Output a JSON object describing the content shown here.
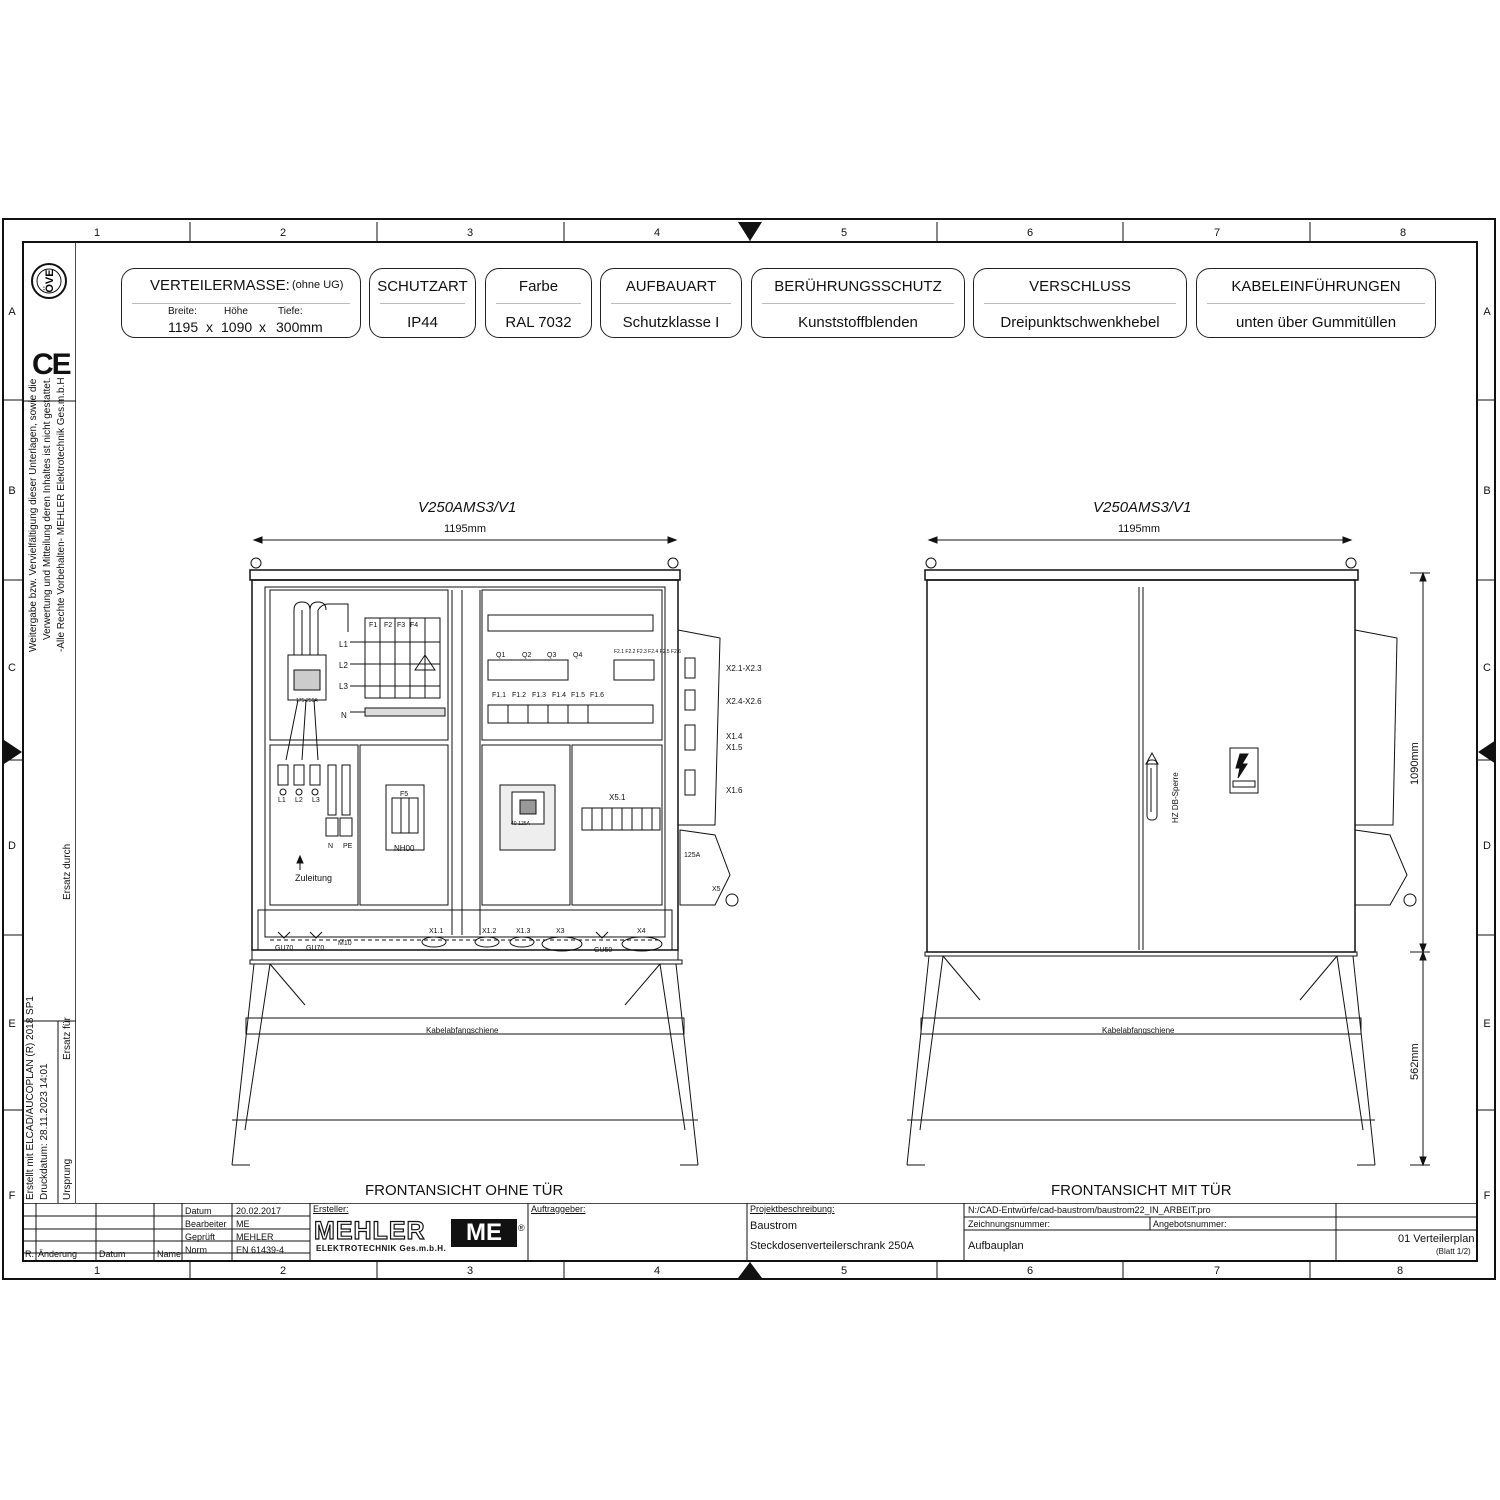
{
  "frame": {
    "columns": [
      "1",
      "2",
      "3",
      "4",
      "5",
      "6",
      "7",
      "8"
    ],
    "rows": [
      "A",
      "B",
      "C",
      "D",
      "E",
      "F"
    ]
  },
  "logos": {
    "oeve": "ÖVE",
    "ce": "CE"
  },
  "side_text": {
    "copyright": [
      "Weitergabe bzw. Vervielfältigung dieser Unterlagen, sowie die",
      "Verwertung und Mitteilung deren Inhaltes ist nicht gestattet.",
      "-Alle Rechte Vorbehalten- MEHLER Elektrotechnik Ges.m.b.H"
    ],
    "ersatz_durch": "Ersatz durch",
    "ersatz_fuer": "Ersatz für",
    "ursprung": "Ursprung",
    "created_with": "Erstellt mit ELCAD/AUCOPLAN (R) 2018 SP1",
    "print_date": "Druckdatum: 28.11.2023 14:01"
  },
  "specs": {
    "masse": {
      "title": "VERTEILERMASSE:",
      "note": "(ohne UG)",
      "breite_label": "Breite:",
      "hoehe_label": "Höhe",
      "tiefe_label": "Tiefe:",
      "breite": "1195",
      "x1": "x",
      "hoehe": "1090",
      "x2": "x",
      "tiefe": "300mm"
    },
    "schutzart": {
      "title": "SCHUTZART",
      "value": "IP44"
    },
    "farbe": {
      "title": "Farbe",
      "value": "RAL 7032"
    },
    "aufbauart": {
      "title": "AUFBAUART",
      "value": "Schutzklasse I"
    },
    "beruehrung": {
      "title": "BERÜHRUNGSSCHUTZ",
      "value": "Kunststoffblenden"
    },
    "verschluss": {
      "title": "VERSCHLUSS",
      "value": "Dreipunktschwenkhebel"
    },
    "kabel": {
      "title": "KABELEINFÜHRUNGEN",
      "value": "unten über Gummitüllen"
    }
  },
  "left_view": {
    "model": "V250AMS3/V1",
    "width": "1195mm",
    "caption": "FRONTANSICHT OHNE TÜR",
    "labels": {
      "l1": "L1",
      "l2": "L2",
      "l3": "L3",
      "n": "N",
      "f1": "F1",
      "f2": "F2",
      "f3": "F3",
      "f4": "F4",
      "q1": "Q1",
      "q2": "Q2",
      "q3": "Q3",
      "q4": "Q4",
      "f11": "F1.1",
      "f12": "F1.2",
      "f13": "F1.3",
      "f14": "F1.4",
      "f15": "F1.5",
      "f16": "F1.6",
      "f2x": "F2.1 F2.2 F2.3 F2.4 F2.5 F2.6",
      "x21": "X2.1-X2.3",
      "x24": "X2.4-X2.6",
      "x14": "X1.4",
      "x15": "X1.5",
      "x16": "X1.6",
      "a125": "125A",
      "x5": "X5",
      "x51": "X5.1",
      "f5": "F5",
      "nh00": "NH00",
      "sw": "175-250A",
      "rcd": "40-125A",
      "bl1": "L1",
      "bl2": "L2",
      "bl3": "L3",
      "bn": "N",
      "bpe": "PE",
      "zuleitung": "Zuleitung",
      "gu70a": "GU70",
      "gu70b": "GU70",
      "m10": "M10",
      "gu50": "GU50",
      "x11": "X1.1",
      "x12": "X1.2",
      "x13": "X1.3",
      "x3": "X3",
      "x4": "X4",
      "rail": "Kabelabfangschiene"
    }
  },
  "right_view": {
    "model": "V250AMS3/V1",
    "width": "1195mm",
    "height": "1090mm",
    "leg_height": "562mm",
    "lock": "HZ DB-Sperre",
    "rail": "Kabelabfangschiene",
    "caption": "FRONTANSICHT MIT TÜR"
  },
  "title_block": {
    "rev_headers": {
      "r": "R.",
      "aenderung": "Änderung",
      "datum": "Datum",
      "name": "Name"
    },
    "datum_label": "Datum",
    "datum": "20.02.2017",
    "bearbeiter_label": "Bearbeiter",
    "bearbeiter": "ME",
    "geprueft_label": "Geprüft",
    "geprueft": "MEHLER",
    "norm_label": "Norm",
    "norm": "EN 61439-4",
    "ersteller_label": "Ersteller:",
    "company": "MEHLER",
    "company_sub": "ELEKTROTECHNIK Ges.m.b.H.",
    "company_mark": "ME",
    "reg": "®",
    "auftraggeber_label": "Auftraggeber:",
    "projekt_label": "Projektbeschreibung:",
    "projekt_line1": "Baustrom",
    "projekt_line2": "Steckdosenverteilerschrank 250A",
    "path": "N:/CAD-Entwürfe/cad-baustrom/baustrom22_IN_ARBEIT.pro",
    "zeichnungsnummer_label": "Zeichnungsnummer:",
    "angebotsnummer_label": "Angebotsnummer:",
    "plan_type": "Aufbauplan",
    "sheet_title": "01 Verteilerplan",
    "sheet": "(Blatt 1/2)"
  }
}
